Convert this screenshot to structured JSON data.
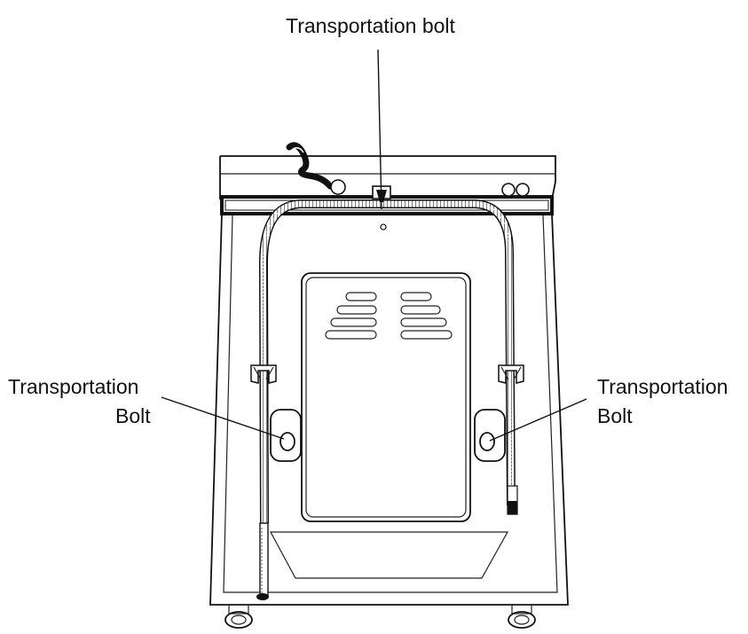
{
  "labels": {
    "top": "Transportation bolt",
    "left_line1": "Transportation",
    "left_line2": "Bolt",
    "right_line1": "Transportation",
    "right_line2": "Bolt"
  }
}
